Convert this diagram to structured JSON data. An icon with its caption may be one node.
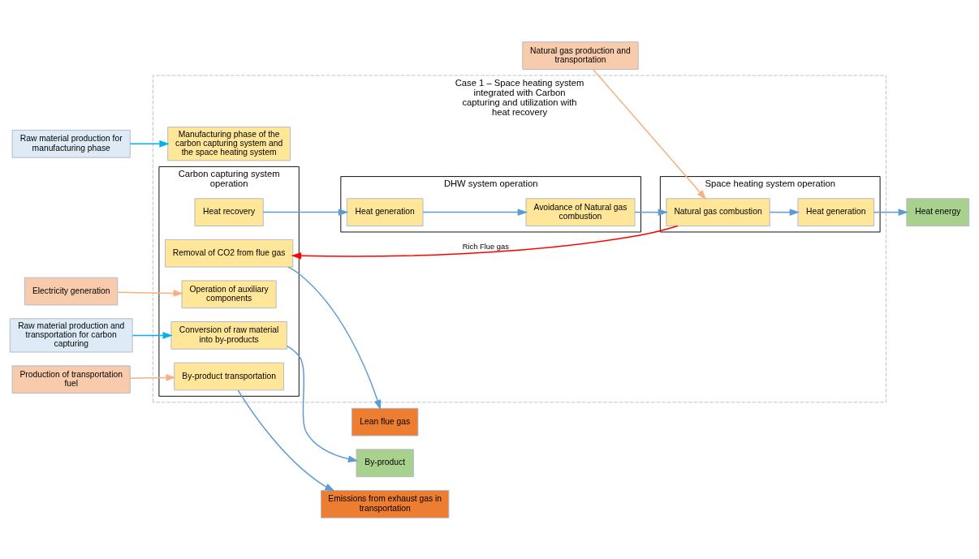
{
  "diagram": {
    "nodes": [
      {
        "text": [
          "Case 1 – Space heating system integrated with Carbon capturing and utilization with heat recovery"
        ]
      },
      {
        "text": [
          "Raw material production for manufacturing phase"
        ]
      },
      {
        "text": [
          "Manufacturing phase of the carbon capturing system and the space heating system"
        ],
        "in": 0
      },
      {
        "text": [
          "Space heating system operation"
        ],
        "in": 0
      },
      {
        "text": [
          "Heat generation"
        ],
        "in": 3
      },
      {
        "text": [
          "Natural gas combustion"
        ],
        "in": 3
      },
      {
        "text": [
          "Heat energy"
        ]
      },
      {
        "text": [
          "Natural gas production and transportation"
        ]
      },
      {
        "text": [
          "DHW system operation"
        ],
        "in": 0
      },
      {
        "text": [
          "Avoidance of Natural gas combustion"
        ],
        "in": 8
      },
      {
        "text": [
          "Heat generation"
        ],
        "in": 8
      },
      {
        "text": [
          "Carbon capturing system operation"
        ],
        "in": 0
      },
      {
        "text": [
          "Removal of CO2 from flue gas"
        ],
        "in": 11
      },
      {
        "text": [
          "Heat recovery"
        ],
        "in": 11
      },
      {
        "text": [
          "Operation of auxiliary components"
        ],
        "in": 11
      },
      {
        "text": [
          "Conversion of raw material into by-products"
        ],
        "in": 11
      },
      {
        "text": [
          "By-product transportation"
        ],
        "in": 11
      },
      {
        "text": [
          "Lean flue gas"
        ]
      },
      {
        "text": [
          "Electricity generation"
        ]
      },
      {
        "text": [
          "Raw material production and transportation for carbon capturing"
        ]
      },
      {
        "text": [
          "By-product"
        ]
      },
      {
        "text": [
          "Production of transportation fuel"
        ]
      },
      {
        "text": [
          "Emissions from exhaust gas in transportation"
        ]
      }
    ],
    "edges": [
      {
        "from": 1,
        "to": 2,
        "arrow": "to",
        "color": "#00b0f0"
      },
      {
        "from": 5,
        "to": 4,
        "arrow": "to"
      },
      {
        "from": 4,
        "to": 6,
        "arrow": "to"
      },
      {
        "from": 7,
        "to": 5,
        "arrow": "to",
        "color": "#f4b183"
      },
      {
        "from": 9,
        "to": 5,
        "arrow": "to"
      },
      {
        "from": 10,
        "to": 9,
        "arrow": "to"
      },
      {
        "from": 5,
        "to": 12,
        "arrow": "to",
        "color": "#ff0000",
        "label": "Rich Flue gas"
      },
      {
        "from": 12,
        "to": 17,
        "arrow": "to"
      },
      {
        "from": 13,
        "to": 10,
        "arrow": "to"
      },
      {
        "from": 18,
        "to": 14,
        "arrow": "to",
        "color": "#f4b183"
      },
      {
        "from": 19,
        "to": 15,
        "arrow": "to",
        "color": "#00b0f0"
      },
      {
        "from": 15,
        "to": 20,
        "arrow": "to"
      },
      {
        "from": 21,
        "to": 16,
        "arrow": "to",
        "color": "#f4b183"
      },
      {
        "from": 16,
        "to": 22,
        "arrow": "to"
      }
    ]
  }
}
